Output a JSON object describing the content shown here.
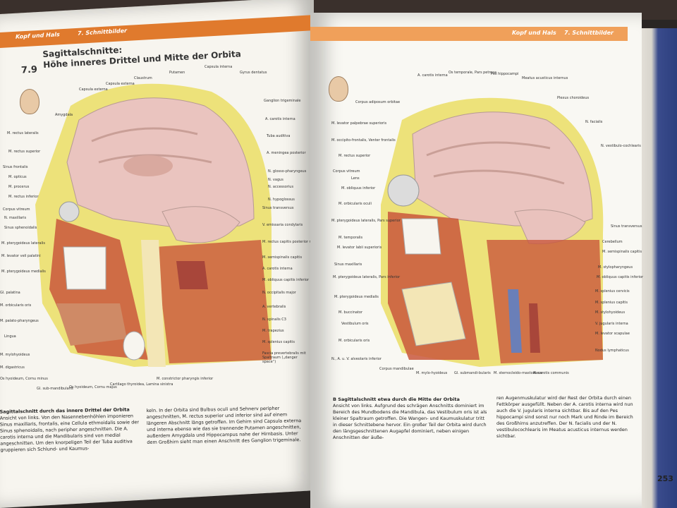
{
  "header": {
    "left_section": "Kopf und Hals",
    "left_chapter": "7. Schnittbilder",
    "right_section": "Kopf und Hals",
    "right_chapter": "7. Schnittbilder"
  },
  "left_page": {
    "figure_number": "7.9",
    "title_line1": "Sagittalschnitte:",
    "title_line2": "Höhe inneres Drittel und Mitte der Orbita",
    "labels": [
      "Claustrum",
      "Putamen",
      "Capsula interna",
      "Gyrus dentatus",
      "Capsula externa",
      "Capsula externa",
      "Amygdala",
      "Ganglion trigeminale",
      "A. carotis interna",
      "Tuba auditiva",
      "A. meningea posterior",
      "N. glosso-pharyngeus",
      "N. vagus",
      "N. accessorius",
      "N. hypoglossus",
      "M. rectus lateralis",
      "M. rectus superior",
      "Sinus frontalis",
      "M. opticus",
      "M. procerus",
      "M. rectus inferior",
      "Corpus vitreum",
      "N. maxillaris",
      "Sinus sphenoidalis",
      "M. pterygoideus lateralis",
      "M. levator veli palatini",
      "M. pterygoideus medialis",
      "Gl. palatina",
      "M. orbicularis oris",
      "M. palato-pharyngeus",
      "Lingua",
      "M. mylohyoideus",
      "M. digastricus",
      "Os hyoideum, Cornu minus",
      "Sinus transversus",
      "V. emissaria condylaris",
      "M. rectus capitis posterior major",
      "M. semispinalis capitis",
      "A. carotis interna",
      "M. obliquus capitis inferior",
      "N. occipitalis major",
      "A. vertebralis",
      "N. spinalis C3",
      "M. trapezius",
      "M. splenius capitis",
      "Fascia prevertebralis mit Spaltraum („danger space“)",
      "Gl. sub-mandibularis",
      "Os hyoideum, Cornu majus",
      "Cartilago thyroidea, Lamina sinistra",
      "M. constrictor pharyngis inferior"
    ],
    "caption_title": "Sagittalschnitt durch das innere Drittel der Orbita",
    "caption_col1": "Ansicht von links. Von den Nasennebenhöhlen imponieren Sinus maxillaris, frontalis, eine Cellula ethmoidalis sowie der Sinus sphenoidalis, nach peripher angeschnitten. Die A. carotis interna und die Mandibularis sind von medial angeschnitten. Um den knorpeligen Teil der Tuba auditiva gruppieren sich Schlund- und Kaumus-",
    "caption_col2": "keln. In der Orbita sind Bulbus oculi und Sehnerv peripher angeschnitten, M. rectus superior und inferior sind auf einem längeren Abschnitt längs getroffen. Im Gehirn sind Capsula externa und interna ebenso wie das sie trennende Putamen angeschnitten, außerdem Amygdala und Hippocampus nahe der Hirnbasis. Unter dem Großhirn sieht man einen Anschnitt des Ganglion trigeminale."
  },
  "right_page": {
    "labels": [
      "A. carotis interna",
      "Os temporale, Pars petrosa",
      "Pes hippocampi",
      "Meatus acusticus internus",
      "Plexus choroideus",
      "N. facialis",
      "N. vestibulo-cochlearis",
      "Corpus adiposum orbitae",
      "M. levator palpebrae superioris",
      "M. occipito-frontalis, Venter frontalis",
      "M. rectus superior",
      "Corpus vitreum",
      "Lens",
      "M. obliquus inferior",
      "M. orbicularis oculi",
      "M. pterygoideus lateralis, Pars superior",
      "M. temporalis",
      "M. levator labii superioris",
      "Sinus maxillaris",
      "M. pterygoideus lateralis, Pars inferior",
      "M. pterygoideus medialis",
      "M. buccinator",
      "Vestibulum oris",
      "M. orbicularis oris",
      "N., A. u. V. alveolaris inferior",
      "Sinus transversus",
      "Cerebellum",
      "M. semispinalis capitis",
      "M. stylopharyngeus",
      "M. obliquus capitis inferior",
      "M. splenius cervicis",
      "M. splenius capitis",
      "M. stylohyoideus",
      "V. jugularis interna",
      "M. levator scapulae",
      "Nodus lymphaticus",
      "Corpus mandibulae",
      "M. mylo-hyoideus",
      "Gl. submandi-bularis",
      "M. sternocleido-mastoideus",
      "A. carotis communis"
    ],
    "caption_title": "B  Sagittalschnitt etwa durch die Mitte der Orbita",
    "caption_col1": "Ansicht von links. Aufgrund des schrägen Anschnitts dominiert im Bereich des Mundbodens die Mandibula, das Vestibulum oris ist als kleiner Spaltraum getroffen. Die Wangen- und Kaumuskulatur tritt in dieser Schnittebene hervor. Ein großer Teil der Orbita wird durch den längsgeschnittenen Augapfel dominiert, neben einigen Anschnitten der äuße-",
    "caption_col2": "ren Augenmuskulatur wird der Rest der Orbita durch einen Fettkörper ausgefüllt. Neben der A. carotis interna wird nun auch die V. jugularis interna sichtbar. Bis auf den Pes hippocampi sind sonst nur noch Mark und Rinde im Bereich des Großhirns anzutreffen. Der N. facialis und der N. vestibulocochlearis im Meatus acusticus internus werden sichtbar.",
    "page_number": "253"
  },
  "colors": {
    "orange_header": "#e07a2d",
    "brain": "#eac4bf",
    "muscle": "#c9573c",
    "fat": "#ece28c",
    "bone": "#f3e6b6"
  }
}
